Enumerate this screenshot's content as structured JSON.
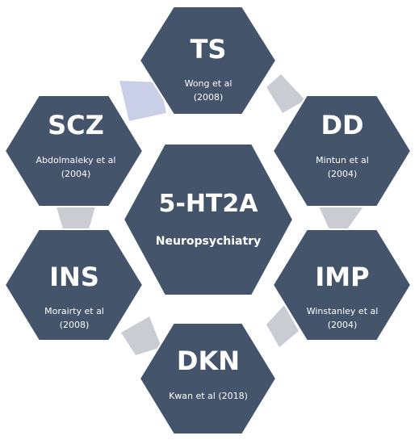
{
  "colors": {
    "hexagon_fill": "#44546a",
    "connector_gray": "#c9ccd2",
    "connector_blue": "#c8cfe6",
    "text": "#ffffff"
  },
  "center": {
    "title": "5-HT2A",
    "subtitle": "Neuropsychiatry"
  },
  "nodes": [
    {
      "id": "ts",
      "label": "TS",
      "ref_line1": "Wong et al",
      "ref_line2": "(2008)"
    },
    {
      "id": "dd",
      "label": "DD",
      "ref_line1": "Mintun et al",
      "ref_line2": "(2004)"
    },
    {
      "id": "imp",
      "label": "IMP",
      "ref_line1": "Winstanley et al",
      "ref_line2": "(2004)"
    },
    {
      "id": "dkn",
      "label": "DKN",
      "ref_line1": "Kwan et al (2018)",
      "ref_line2": ""
    },
    {
      "id": "ins",
      "label": "INS",
      "ref_line1": "Morairty et al",
      "ref_line2": "(2008)"
    },
    {
      "id": "scz",
      "label": "SCZ",
      "ref_line1": "Abdolmaleky et al",
      "ref_line2": "(2004)"
    }
  ]
}
